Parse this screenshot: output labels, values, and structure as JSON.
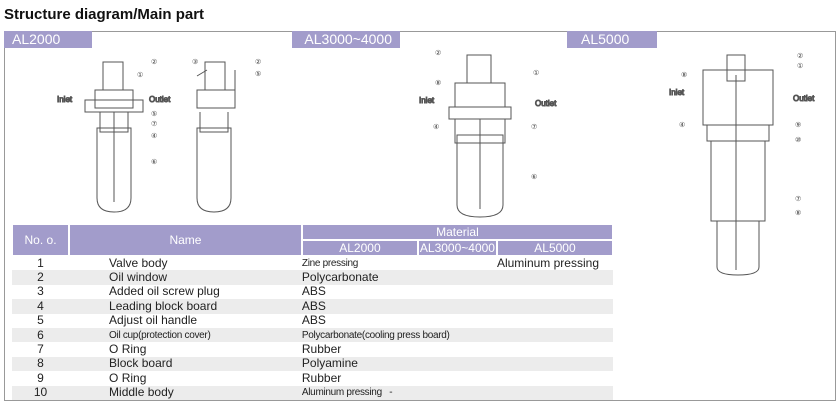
{
  "title": "Structure diagram/Main part",
  "models": [
    "AL2000",
    "AL3000~4000",
    "AL5000"
  ],
  "diagram_labels": {
    "inlet": "Inlet",
    "outlet": "Outlet"
  },
  "table": {
    "headers": {
      "no": "No. o.",
      "name": "Name",
      "material": "Material"
    },
    "material_columns": [
      "AL2000",
      "AL3000~4000",
      "AL5000"
    ],
    "rows": [
      {
        "no": "1",
        "name": "Valve body",
        "material": "Zine pressing",
        "material_al5000": "Aluminum pressing"
      },
      {
        "no": "2",
        "name": "Oil window",
        "material": "Polycarbonate"
      },
      {
        "no": "3",
        "name": "Added oil screw plug",
        "material": "ABS"
      },
      {
        "no": "4",
        "name": "Leading block board",
        "material": "ABS"
      },
      {
        "no": "5",
        "name": "Adjust oil handle",
        "material": "ABS"
      },
      {
        "no": "6",
        "name": "Oil cup(protection cover)",
        "material": "Polycarbonate(cooling press board)"
      },
      {
        "no": "7",
        "name": "O Ring",
        "material": "Rubber"
      },
      {
        "no": "8",
        "name": "Block board",
        "material": "Polyamine"
      },
      {
        "no": "9",
        "name": "O Ring",
        "material": "Rubber"
      },
      {
        "no": "10",
        "name": "Middle body",
        "material": "Aluminum pressing",
        "material_al3000": "-"
      }
    ]
  }
}
